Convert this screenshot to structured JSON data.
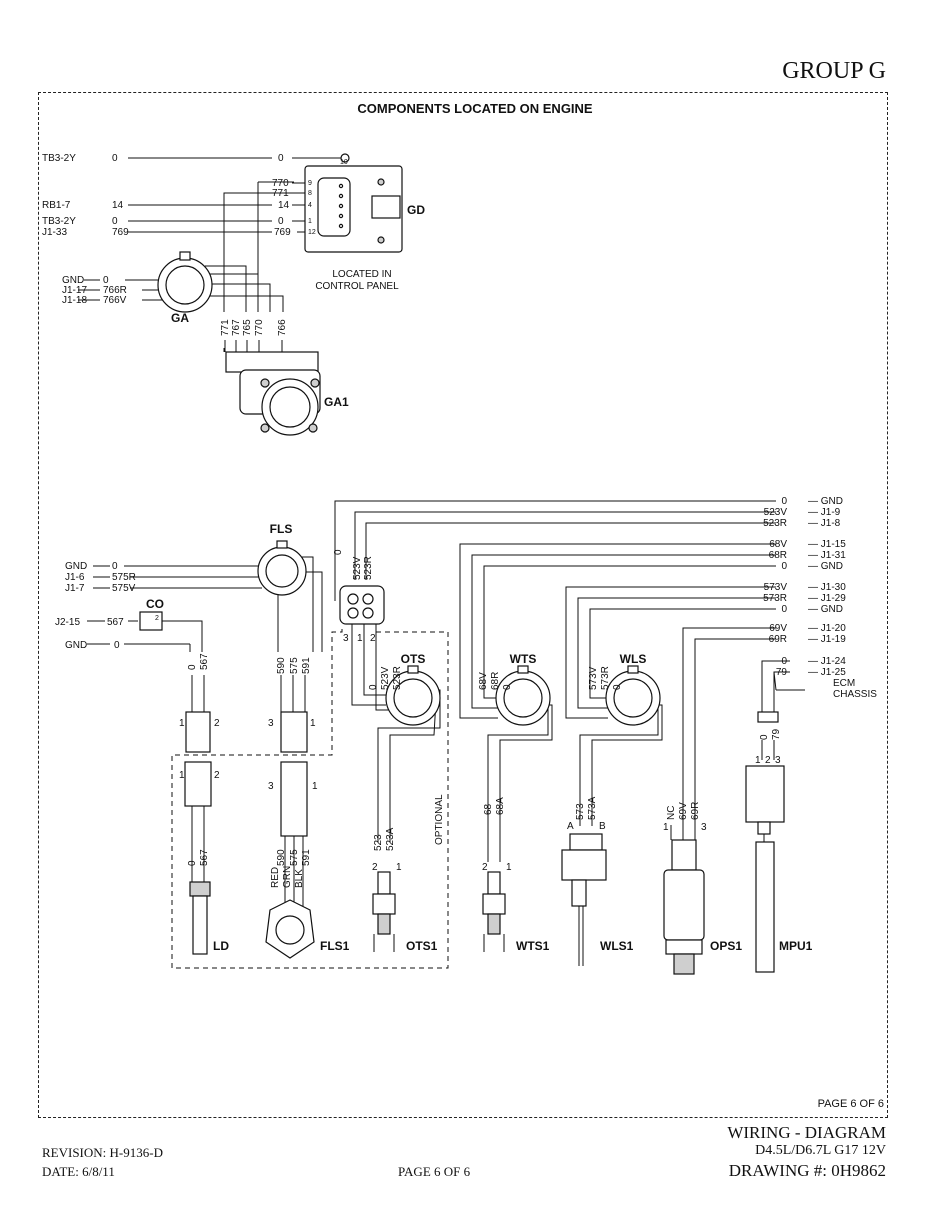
{
  "header": {
    "group": "GROUP G"
  },
  "diagram": {
    "title": "COMPONENTS LOCATED ON ENGINE",
    "page_marker": "PAGE 6 OF 6",
    "components": {
      "gd": "GD",
      "ga": "GA",
      "ga1": "GA1",
      "fls": "FLS",
      "co": "CO",
      "ots": "OTS",
      "wts": "WTS",
      "wls": "WLS",
      "ld": "LD",
      "fls1": "FLS1",
      "ots1": "OTS1",
      "wts1": "WTS1",
      "wls1": "WLS1",
      "ops1": "OPS1",
      "mpu1": "MPU1"
    },
    "notes": {
      "located_in_1": "LOCATED IN",
      "located_in_2": "CONTROL PANEL",
      "optional": "OPTIONAL",
      "ecm_1": "ECM",
      "ecm_2": "CHASSIS"
    },
    "gd_left_refs": [
      "TB3-2Y",
      "RB1-7",
      "TB3-2Y",
      "J1-33"
    ],
    "gd_left_wires": [
      "0",
      "14",
      "0",
      "769"
    ],
    "gd_pin_wires": [
      "0",
      "770",
      "771",
      "14",
      "0",
      "769"
    ],
    "gd_pins": [
      "10",
      "9",
      "8",
      "4",
      "1",
      "12"
    ],
    "ga_refs": [
      "GND",
      "J1-17",
      "J1-18"
    ],
    "ga_wires": [
      "0",
      "766R",
      "766V"
    ],
    "ga1_wires": [
      "771",
      "767",
      "765",
      "770",
      "766"
    ],
    "fls_refs": [
      "GND",
      "J1-6",
      "J1-7"
    ],
    "fls_wires": [
      "0",
      "575R",
      "575V"
    ],
    "co_ref": "J2-15",
    "co_wire": "567",
    "co_pin": "2",
    "gnd_ref": "GND",
    "gnd_wire": "0",
    "right_refs": [
      [
        "0",
        "GND"
      ],
      [
        "523V",
        "J1-9"
      ],
      [
        "523R",
        "J1-8"
      ],
      [
        "68V",
        "J1-15"
      ],
      [
        "68R",
        "J1-31"
      ],
      [
        "0",
        "GND"
      ],
      [
        "573V",
        "J1-30"
      ],
      [
        "573R",
        "J1-29"
      ],
      [
        "0",
        "GND"
      ],
      [
        "69V",
        "J1-20"
      ],
      [
        "69R",
        "J1-19"
      ],
      [
        "0",
        "J1-24"
      ],
      [
        "79",
        "J1-25"
      ]
    ],
    "vert_wires": {
      "ld_upper": [
        "0",
        "567"
      ],
      "fls_upper": [
        "590",
        "575",
        "591"
      ],
      "ots_conn": [
        "0",
        "523V",
        "523R"
      ],
      "ots_upper": [
        "0",
        "523V",
        "523R"
      ],
      "wts_upper": [
        "68V",
        "68R",
        "0"
      ],
      "wls_upper": [
        "573V",
        "573R",
        "0"
      ],
      "ld_lower": [
        "0",
        "567"
      ],
      "fls_lower": [
        "590",
        "575",
        "591"
      ],
      "fls_colors": [
        "RED",
        "GRN",
        "BLK"
      ],
      "ots_lower": [
        "523",
        "523A"
      ],
      "wts_lower": [
        "68",
        "68A"
      ],
      "wls_lower": [
        "573",
        "573A"
      ],
      "ops_lower": [
        "NC",
        "69V",
        "69R"
      ],
      "mpu_upper": [
        "0",
        "79"
      ]
    },
    "pin_labels": {
      "ots_conn": [
        "3",
        "1",
        "2"
      ],
      "ld_conn": [
        "1",
        "2"
      ],
      "fls_conn": [
        "3",
        "1"
      ],
      "sensor_2_1": [
        "2",
        "1"
      ],
      "wls": [
        "A",
        "B"
      ],
      "ops": [
        "1",
        "3"
      ],
      "mpu": [
        "1",
        "2",
        "3"
      ]
    }
  },
  "title_block": {
    "title": "WIRING - DIAGRAM",
    "model": "D4.5L/D6.7L G17 12V",
    "drawing_number": "DRAWING #: 0H9862",
    "revision": "REVISION: H-9136-D",
    "date": "DATE: 6/8/11",
    "page": "PAGE 6 OF 6"
  }
}
